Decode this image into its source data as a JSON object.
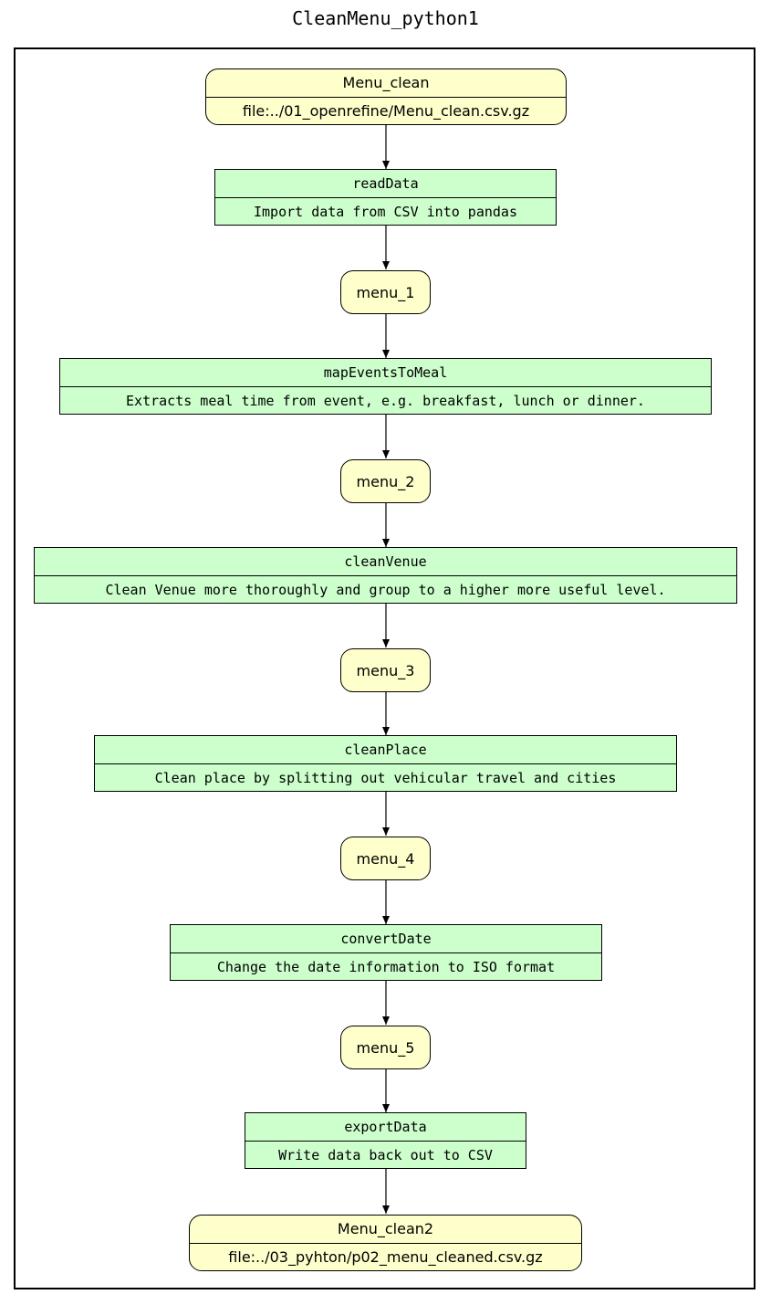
{
  "title": "CleanMenu_python1",
  "nodes": {
    "menu_clean": {
      "name": "Menu_clean",
      "uri": "file:../01_openrefine/Menu_clean.csv.gz"
    },
    "read_data": {
      "name": "readData",
      "desc": "Import data from CSV into pandas"
    },
    "menu_1": {
      "name": "menu_1"
    },
    "map_events": {
      "name": "mapEventsToMeal",
      "desc": "Extracts meal time from event, e.g. breakfast, lunch or dinner."
    },
    "menu_2": {
      "name": "menu_2"
    },
    "clean_venue": {
      "name": "cleanVenue",
      "desc": "Clean Venue more thoroughly and group to a higher more useful level."
    },
    "menu_3": {
      "name": "menu_3"
    },
    "clean_place": {
      "name": "cleanPlace",
      "desc": "Clean place by splitting out vehicular travel and cities"
    },
    "menu_4": {
      "name": "menu_4"
    },
    "convert_date": {
      "name": "convertDate",
      "desc": "Change the date information to ISO format"
    },
    "menu_5": {
      "name": "menu_5"
    },
    "export_data": {
      "name": "exportData",
      "desc": "Write data back out to CSV"
    },
    "menu_clean2": {
      "name": "Menu_clean2",
      "uri": "file:../03_pyhton/p02_menu_cleaned.csv.gz"
    }
  },
  "colors": {
    "data_fill": "#ffffcc",
    "process_fill": "#ccffcc",
    "stroke": "#000000"
  }
}
